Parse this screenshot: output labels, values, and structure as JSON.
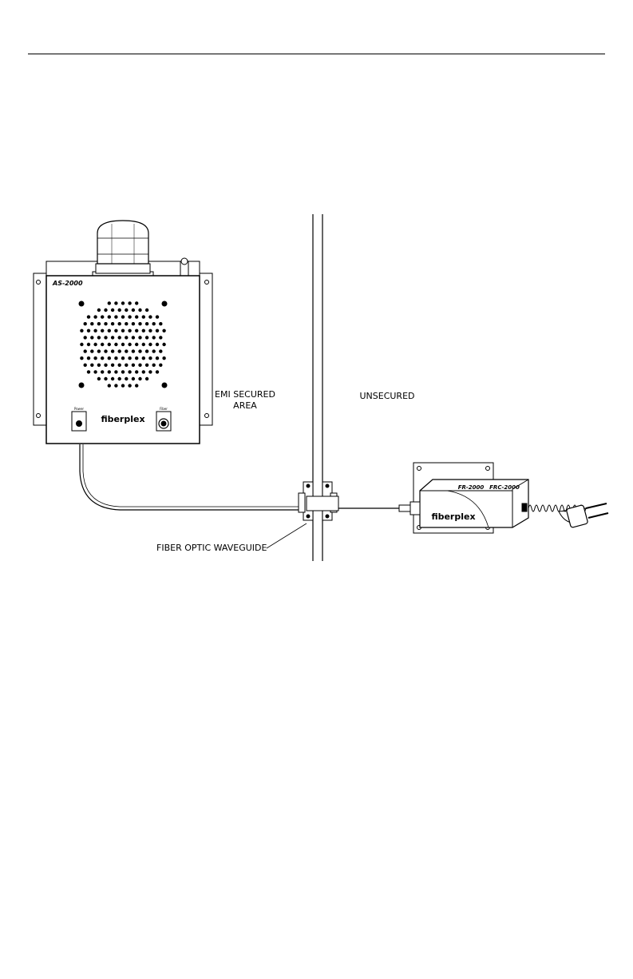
{
  "labels": {
    "emi_line1": "EMI SECURED",
    "emi_line2": "AREA",
    "unsecured": "UNSECURED",
    "waveguide": "FIBER OPTIC WAVEGUIDE"
  },
  "devices": {
    "speaker_model": "AS-2000",
    "speaker_brand": "fiberplex",
    "speaker_button_left": "Power",
    "speaker_button_right": "Fiber",
    "converter_model_left": "FR-2000",
    "converter_model_right": "FRC-2000",
    "converter_brand": "fiberplex"
  },
  "colors": {
    "line": "#000000",
    "background": "#ffffff"
  }
}
